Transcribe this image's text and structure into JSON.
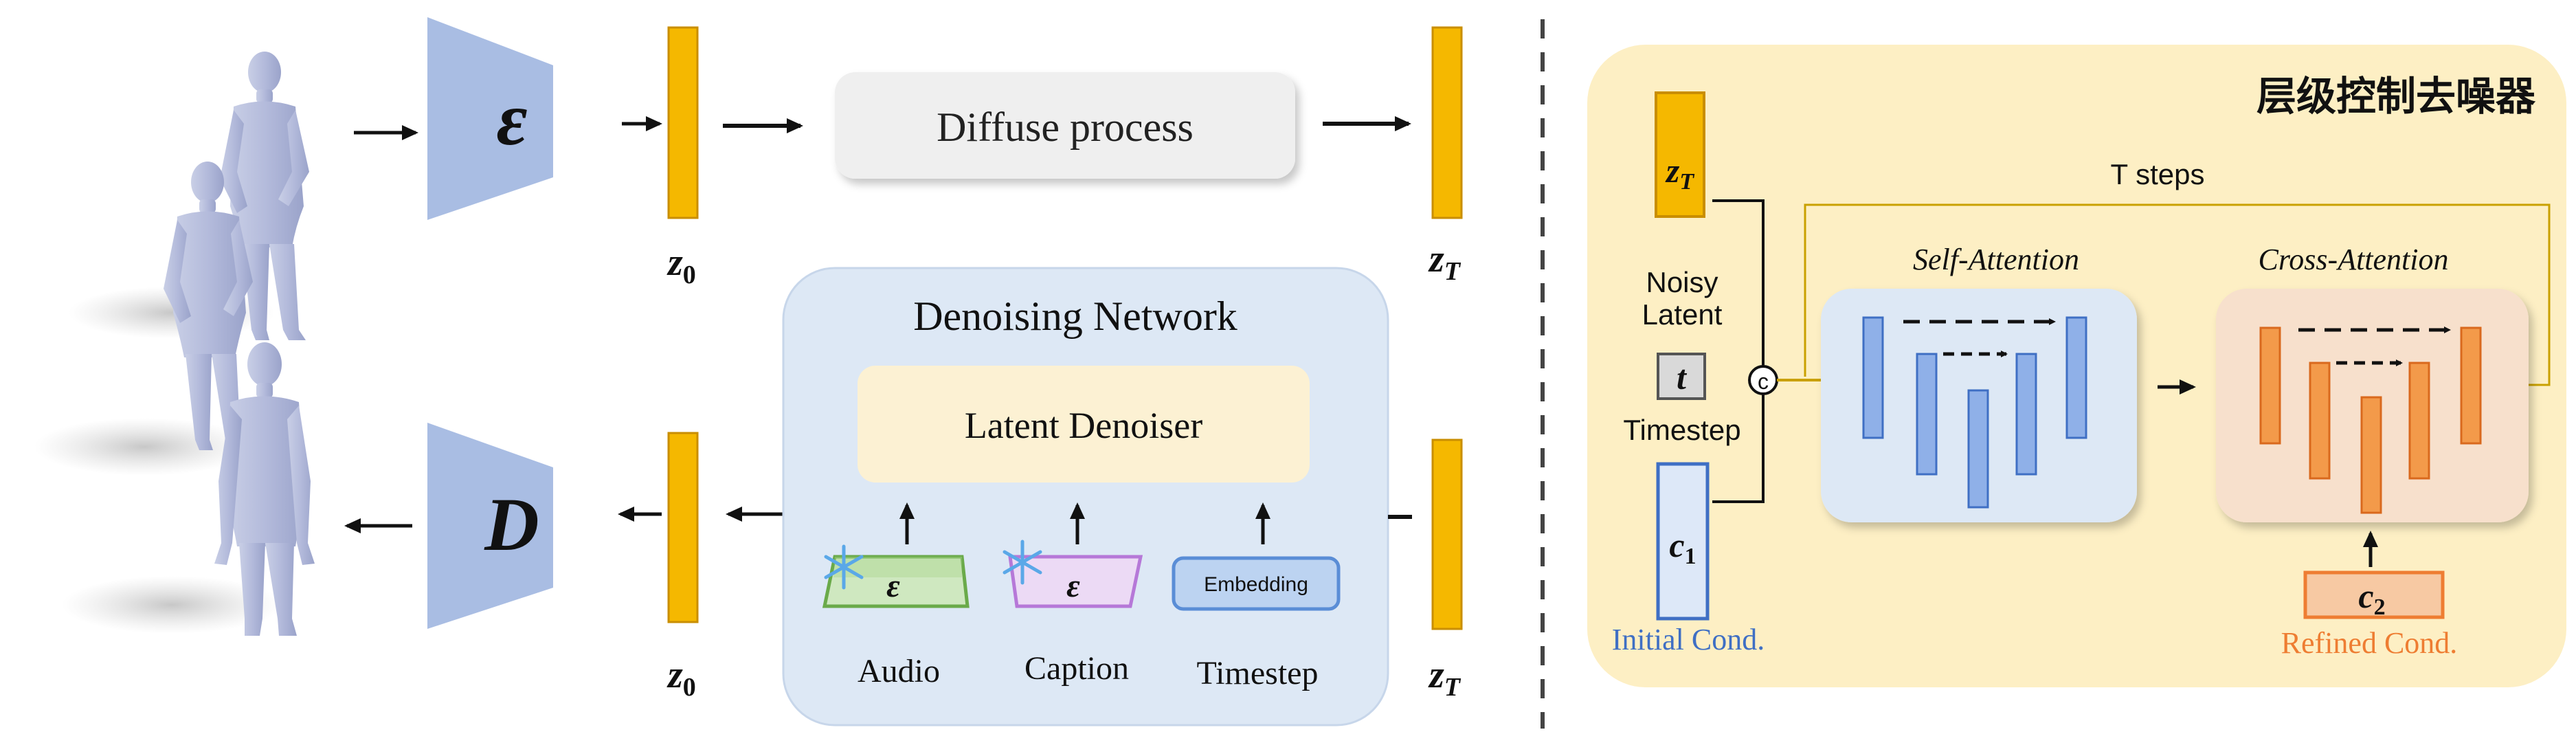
{
  "left": {
    "encoder_label": "ε",
    "decoder_label": "D",
    "z0_top": "z",
    "z0_sub": "0",
    "zT_sub": "T",
    "diffuse_label": "Diffuse process",
    "denoising_title": "Denoising Network",
    "latent_denoiser": "Latent Denoiser",
    "encoder_small": "ε",
    "embedding_label": "Embedding",
    "audio_label": "Audio",
    "caption_label": "Caption",
    "timestep_label": "Timestep"
  },
  "right": {
    "title": "层级控制去噪器",
    "t_steps": "T steps",
    "zT": "z",
    "zT_sub": "T",
    "noisy": "Noisy",
    "latent": "Latent",
    "t_symbol": "t",
    "timestep": "Timestep",
    "c1": "c",
    "c1_sub": "1",
    "initial_cond": "Initial Cond.",
    "concat_symbol": "c",
    "self_attention": "Self-Attention",
    "cross_attention": "Cross-Attention",
    "c2": "c",
    "c2_sub": "2",
    "refined_cond": "Refined Cond."
  },
  "colors": {
    "latent_orange": "#f5b800",
    "encoder_blue": "#a9bde3",
    "panel_yellow": "#fdefc4",
    "network_blue": "#dde8f5",
    "denoiser_cream": "#fcf1d3",
    "self_attn_bar": "#8fb0e8",
    "cross_attn_bar": "#f39a4a",
    "initial_cond_text": "#3f6fc4",
    "refined_cond_text": "#ee7d32",
    "audio_green": "#6aaa4a",
    "caption_purple": "#b678d8"
  }
}
